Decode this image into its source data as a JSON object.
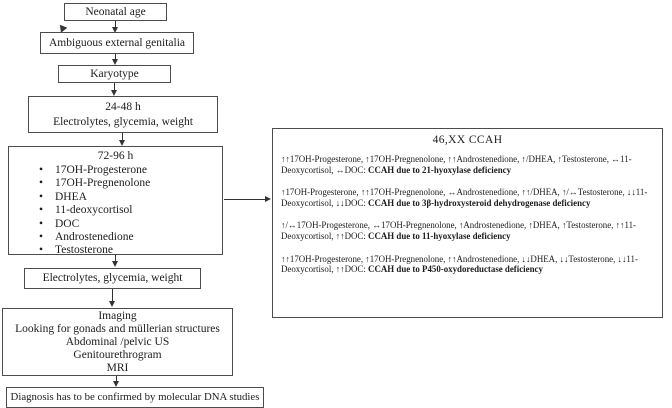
{
  "flowchart": {
    "neonatal_age": "Neonatal age",
    "ambiguous_genitalia": "Ambiguous external genitalia",
    "karyotype": "Karyotype",
    "labs_24_48": {
      "title": "24-48 h",
      "subtitle": "Electrolytes, glycemia, weight"
    },
    "labs_72_96": {
      "title": "72-96 h",
      "items": [
        "17OH-Progesterone",
        "17OH-Pregnenolone",
        "DHEA",
        "11-deoxycortisol",
        "DOC",
        "Androstenedione",
        "Testosterone"
      ]
    },
    "electrolytes_recheck": "Electrolytes, glycemia, weight",
    "imaging": {
      "line1": "Imaging",
      "line2": "Looking for gonads and müllerian structures",
      "line3": "Abdominal /pelvic US",
      "line4": "Genitourethrogram",
      "line5": "MRI"
    },
    "diagnosis_note": "Diagnosis has to be confirmed by molecular DNA studies"
  },
  "ccah_panel": {
    "title": "46,XX CCAH",
    "findings": [
      {
        "pattern": "↑↑17OH-Progesterone, ↑17OH-Pregnenolone, ↑↑Androstenedione, ↑/DHEA, ↑Testosterone, ↔11-Deoxycortisol, ↔DOC: ",
        "diagnosis": "CCAH due to 21-hyoxylase deficiency"
      },
      {
        "pattern": "↑17OH-Progesterone, ↑↑17OH-Pregnenolone, ↔Androstenedione, ↑↑/DHEA, ↑/↔Testosterone, ↓↓11-Deoxycortisol, ↓↓DOC: ",
        "diagnosis": "CCAH due to 3β-hydroxysteroid dehydrogenase deficiency"
      },
      {
        "pattern": "↑/↔17OH-Progesterone, ↔17OH-Pregnenolone, ↑Androstenedione, ↑DHEA, ↑Testosterone, ↑↑11-Deoxycortisol, ↑↑DOC: ",
        "diagnosis": "CCAH due to 11-hyoxylase deficiency"
      },
      {
        "pattern": "↑↑17OH-Progesterone, ↑17OH-Pregnenolone, ↑↑Androstenedione, ↓↓DHEA, ↓↓Testosterone, ↓↓11-Deoxycortisol, ↑↑DOC: ",
        "diagnosis": "CCAH due to P450-oxydoreductase deficiency"
      }
    ]
  },
  "colors": {
    "background": "#ffffff",
    "border": "#4c4c4c",
    "text": "#1c1c1c"
  }
}
